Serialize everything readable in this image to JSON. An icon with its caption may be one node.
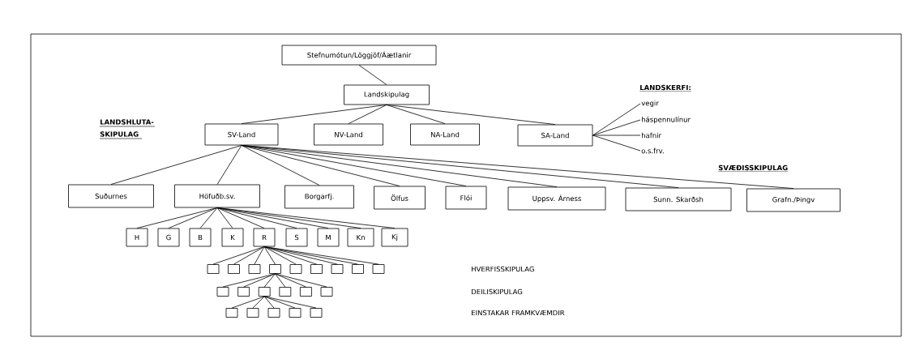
{
  "diagram": {
    "nodes": [
      {
        "text": [
          "Stefnumótun/Löggjöf/Áætlanir"
        ]
      },
      {
        "text": [
          "Landskipulag"
        ]
      },
      {
        "text": [
          "SV-Land"
        ]
      },
      {
        "text": [
          "NV-Land"
        ]
      },
      {
        "text": [
          "NA-Land"
        ]
      },
      {
        "text": [
          "SA-Land"
        ]
      },
      {
        "text": [
          "vegir"
        ]
      },
      {
        "text": [
          "háspennulínur"
        ]
      },
      {
        "text": [
          "hafnir"
        ]
      },
      {
        "text": [
          "o.s.frv."
        ]
      },
      {
        "text": [
          "Suðurnes"
        ]
      },
      {
        "text": [
          "Höfuðb.sv."
        ]
      },
      {
        "text": [
          "Borgarfj."
        ]
      },
      {
        "text": [
          "Ölfus"
        ]
      },
      {
        "text": [
          "Flói"
        ]
      },
      {
        "text": [
          "Uppsv. Árness"
        ]
      },
      {
        "text": [
          "Sunn. Skarðsh"
        ]
      },
      {
        "text": [
          "Grafn./Þingv"
        ]
      },
      {
        "text": [
          "H"
        ]
      },
      {
        "text": [
          "G"
        ]
      },
      {
        "text": [
          "B"
        ]
      },
      {
        "text": [
          "K"
        ]
      },
      {
        "text": [
          "R"
        ]
      },
      {
        "text": [
          "S"
        ]
      },
      {
        "text": [
          "M"
        ]
      },
      {
        "text": [
          "Kn"
        ]
      },
      {
        "text": [
          "Kj"
        ]
      },
      {
        "text": [],
        "shape": "box"
      },
      {
        "text": [],
        "shape": "box"
      },
      {
        "text": [],
        "shape": "box"
      },
      {
        "text": [],
        "shape": "box"
      },
      {
        "text": [],
        "shape": "box"
      },
      {
        "text": [],
        "shape": "box"
      },
      {
        "text": [],
        "shape": "box"
      },
      {
        "text": [],
        "shape": "box"
      },
      {
        "text": [],
        "shape": "box"
      },
      {
        "text": [],
        "shape": "box"
      },
      {
        "text": [],
        "shape": "box"
      },
      {
        "text": [],
        "shape": "box"
      },
      {
        "text": [],
        "shape": "box"
      },
      {
        "text": [],
        "shape": "box"
      },
      {
        "text": [],
        "shape": "box"
      },
      {
        "text": [],
        "shape": "box"
      },
      {
        "text": [],
        "shape": "box"
      },
      {
        "text": [],
        "shape": "box"
      },
      {
        "text": [],
        "shape": "box"
      },
      {
        "text": [],
        "shape": "box"
      }
    ],
    "edges": [
      {
        "from": 0,
        "to": 1,
        "arrow": "none"
      },
      {
        "from": 1,
        "to": 2,
        "arrow": "none"
      },
      {
        "from": 1,
        "to": 3,
        "arrow": "none"
      },
      {
        "from": 1,
        "to": 4,
        "arrow": "none"
      },
      {
        "from": 1,
        "to": 5,
        "arrow": "none"
      },
      {
        "from": 5,
        "to": 6,
        "arrow": "none"
      },
      {
        "from": 5,
        "to": 7,
        "arrow": "none"
      },
      {
        "from": 5,
        "to": 8,
        "arrow": "none"
      },
      {
        "from": 5,
        "to": 9,
        "arrow": "none"
      },
      {
        "from": 2,
        "to": 10,
        "arrow": "none"
      },
      {
        "from": 2,
        "to": 11,
        "arrow": "none"
      },
      {
        "from": 2,
        "to": 12,
        "arrow": "none"
      },
      {
        "from": 2,
        "to": 13,
        "arrow": "none"
      },
      {
        "from": 2,
        "to": 14,
        "arrow": "none"
      },
      {
        "from": 2,
        "to": 15,
        "arrow": "none"
      },
      {
        "from": 2,
        "to": 16,
        "arrow": "none"
      },
      {
        "from": 2,
        "to": 17,
        "arrow": "none"
      },
      {
        "from": 11,
        "to": 18,
        "arrow": "none"
      },
      {
        "from": 11,
        "to": 19,
        "arrow": "none"
      },
      {
        "from": 11,
        "to": 20,
        "arrow": "none"
      },
      {
        "from": 11,
        "to": 21,
        "arrow": "none"
      },
      {
        "from": 11,
        "to": 22,
        "arrow": "none"
      },
      {
        "from": 11,
        "to": 23,
        "arrow": "none"
      },
      {
        "from": 11,
        "to": 24,
        "arrow": "none"
      },
      {
        "from": 11,
        "to": 25,
        "arrow": "none"
      },
      {
        "from": 11,
        "to": 26,
        "arrow": "none"
      },
      {
        "from": 22,
        "to": 27,
        "arrow": "none"
      },
      {
        "from": 22,
        "to": 28,
        "arrow": "none"
      },
      {
        "from": 22,
        "to": 29,
        "arrow": "none"
      },
      {
        "from": 22,
        "to": 30,
        "arrow": "none"
      },
      {
        "from": 22,
        "to": 31,
        "arrow": "none"
      },
      {
        "from": 22,
        "to": 32,
        "arrow": "none"
      },
      {
        "from": 22,
        "to": 33,
        "arrow": "none"
      },
      {
        "from": 22,
        "to": 34,
        "arrow": "none"
      },
      {
        "from": 22,
        "to": 35,
        "arrow": "none"
      },
      {
        "from": 30,
        "to": 36,
        "arrow": "none"
      },
      {
        "from": 30,
        "to": 37,
        "arrow": "none"
      },
      {
        "from": 30,
        "to": 38,
        "arrow": "none"
      },
      {
        "from": 30,
        "to": 39,
        "arrow": "none"
      },
      {
        "from": 30,
        "to": 40,
        "arrow": "none"
      },
      {
        "from": 30,
        "to": 41,
        "arrow": "none"
      },
      {
        "from": 38,
        "to": 42,
        "arrow": "none"
      },
      {
        "from": 38,
        "to": 43,
        "arrow": "none"
      },
      {
        "from": 38,
        "to": 44,
        "arrow": "none"
      },
      {
        "from": 38,
        "to": 45,
        "arrow": "none"
      },
      {
        "from": 38,
        "to": 46,
        "arrow": "none"
      }
    ],
    "labels": [
      "LANDSHLUTA- SKIPULAG",
      "LANDSKERFI:",
      "SVÆÐISSKIPULAG",
      "HVERFISSKIPULAG",
      "DEILISKIPULAG",
      "EINSTAKAR FRAMKVÆMDIR"
    ]
  }
}
